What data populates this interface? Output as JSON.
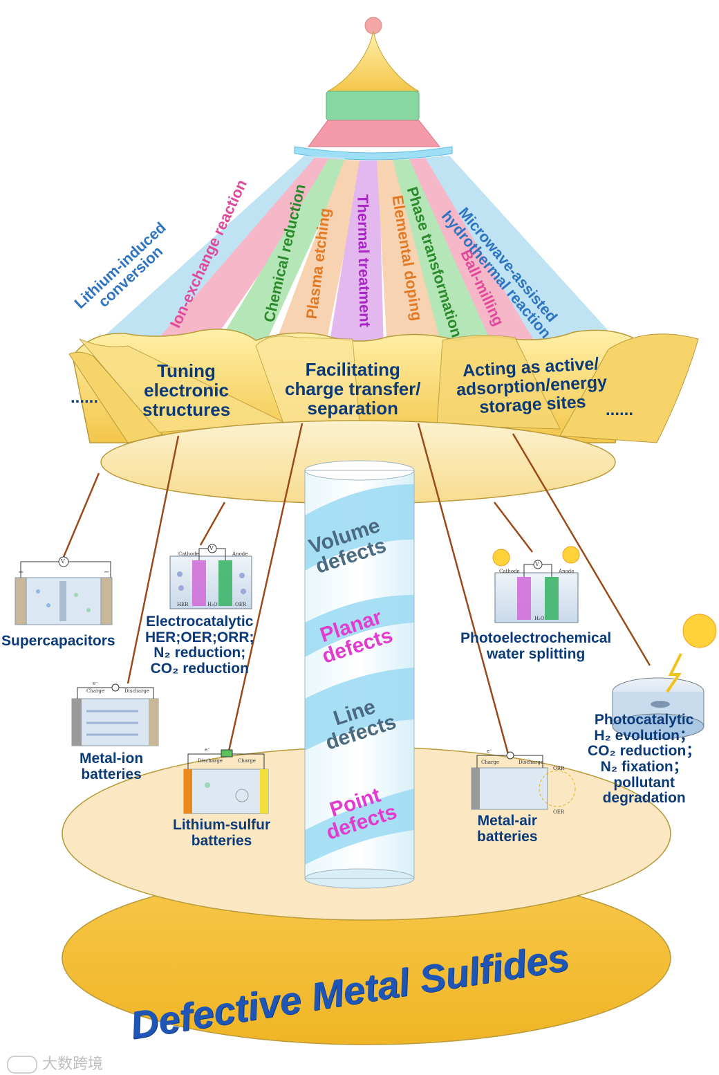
{
  "methods": [
    {
      "label_lines": [
        "Lithium-induced",
        "conversion"
      ],
      "color": "#2f74c0"
    },
    {
      "label_lines": [
        "Ion-exchange reaction"
      ],
      "color": "#e0499a"
    },
    {
      "label_lines": [
        "Chemical reduction"
      ],
      "color": "#2c8a2c"
    },
    {
      "label_lines": [
        "Plasma etching"
      ],
      "color": "#e07a26"
    },
    {
      "label_lines": [
        "Thermal treatment"
      ],
      "color": "#a826c4"
    },
    {
      "label_lines": [
        "Elemental doping"
      ],
      "color": "#e07a26"
    },
    {
      "label_lines": [
        "Phase transformation"
      ],
      "color": "#2c8a2c"
    },
    {
      "label_lines": [
        "Ball-milling"
      ],
      "color": "#e0499a"
    },
    {
      "label_lines": [
        "Microwave-assisted",
        "hydrothermal reaction"
      ],
      "color": "#2f74c0"
    }
  ],
  "roles": {
    "left_ellipsis": "......",
    "tuning": [
      "Tuning",
      "electronic",
      "structures"
    ],
    "facilitating": [
      "Facilitating",
      "charge transfer/",
      "separation"
    ],
    "acting": [
      "Acting as active/",
      "adsorption/energy",
      "storage sites"
    ],
    "right_ellipsis": "......"
  },
  "defects": [
    {
      "lines": [
        "Volume",
        "defects"
      ],
      "color": "#4a6a80"
    },
    {
      "lines": [
        "Planar",
        "defects"
      ],
      "color": "#e23bd0"
    },
    {
      "lines": [
        "Line",
        "defects"
      ],
      "color": "#4a6a80"
    },
    {
      "lines": [
        "Point",
        "defects"
      ],
      "color": "#e23bd0"
    }
  ],
  "applications": {
    "supercapacitors": "Supercapacitors",
    "electrocatalytic": [
      "Electrocatalytic",
      "HER;OER;ORR;",
      "N₂ reduction;",
      "CO₂ reduction"
    ],
    "metal_ion": [
      "Metal-ion",
      "batteries"
    ],
    "lithium_sulfur": [
      "Lithium-sulfur",
      "batteries"
    ],
    "pec": [
      "Photoelectrochemical",
      "water splitting"
    ],
    "photocatalytic": [
      "Photocatalytic",
      "H₂ evolution；",
      "CO₂ reduction；",
      "N₂ fixation；",
      "pollutant",
      "degradation"
    ],
    "metal_air": [
      "Metal-air",
      "batteries"
    ]
  },
  "device_text": {
    "cathode": "Cathode",
    "anode": "Anode",
    "her": "HER",
    "oer": "OER",
    "h2o": "H₂O",
    "charge": "Charge",
    "discharge": "Discharge",
    "orr": "ORR",
    "voltmeter": "V",
    "plus": "+",
    "minus": "−",
    "electron": "e⁻"
  },
  "title": "Defective Metal Sulfides",
  "watermark": "大数跨境",
  "colors": {
    "gold": "#f5d76e",
    "cream": "#fff6d6",
    "pillar": "#bfe7f6",
    "accent": "#f09aa8",
    "green": "#8fd6a6"
  }
}
